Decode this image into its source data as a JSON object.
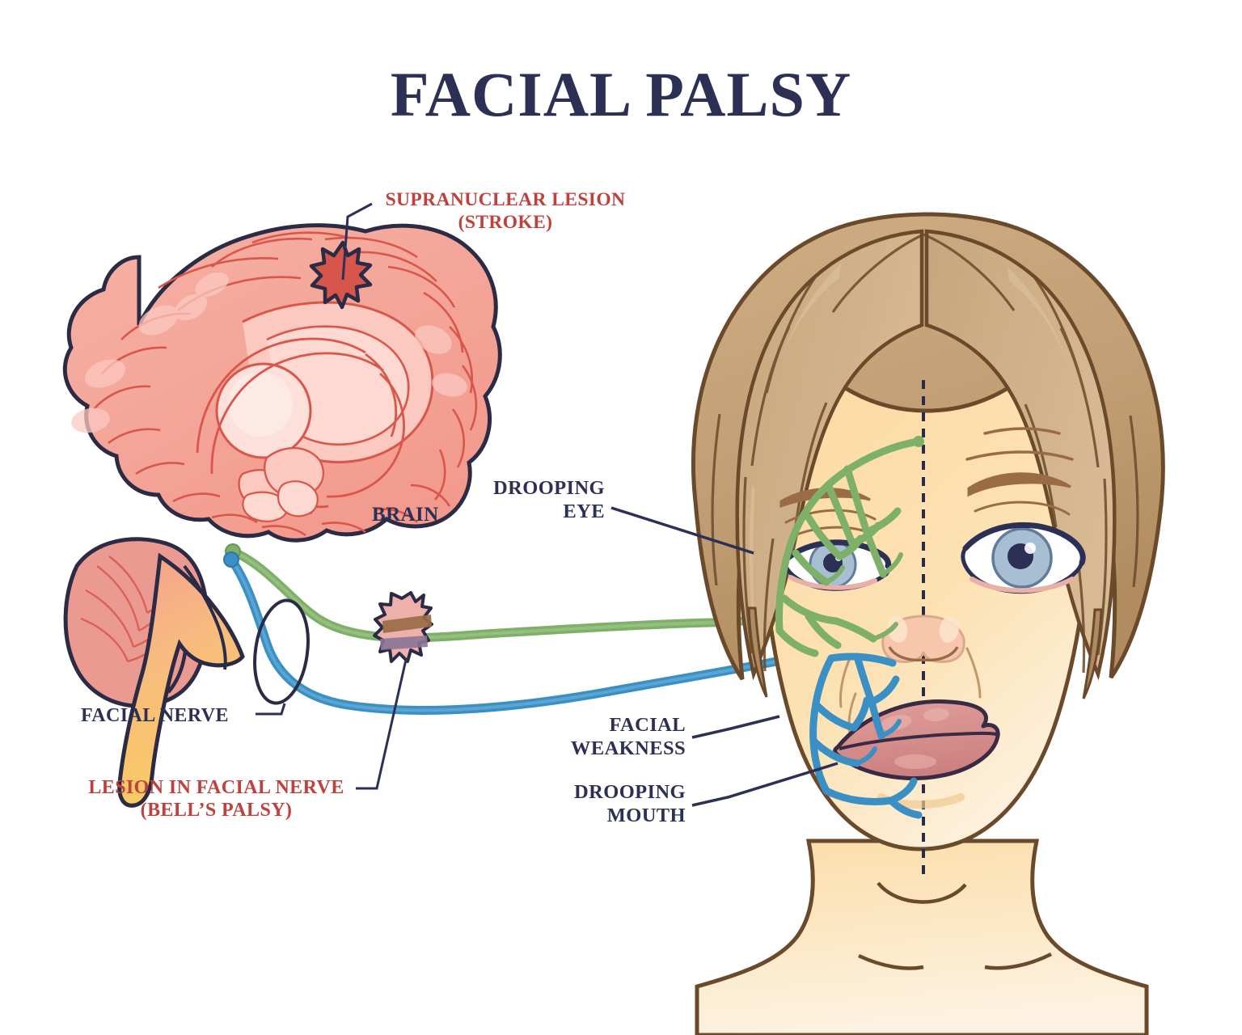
{
  "title": "FACIAL PALSY",
  "labels": {
    "supranuclear_lesion": "SUPRANUCLEAR LESION\n(STROKE)",
    "brain": "BRAIN",
    "facial_nerve": "FACIAL NERVE",
    "lesion_in_facial_nerve": "LESION IN FACIAL NERVE\n(BELL’S PALSY)",
    "drooping_eye": "DROOPING\nEYE",
    "facial_weakness": "FACIAL\nWEAKNESS",
    "drooping_mouth": "DROOPING\nMOUTH"
  },
  "colors": {
    "title_navy": "#2c3055",
    "label_navy": "#2c3055",
    "label_red": "#c0413b",
    "brain_fill": "#f4a69a",
    "brain_fill_light": "#fbc9c0",
    "brain_line": "#d9564b",
    "brain_outline": "#2b2b45",
    "cerebellum": "#ea9a91",
    "brainstem_top": "#f3a08f",
    "brainstem_bottom": "#f9cb63",
    "stroke_lesion": "#d6564c",
    "nerve_green": "#7fb069",
    "nerve_blue": "#3a8fc4",
    "lesion_pink": "#edb0ab",
    "lesion_band_brown": "#9a6c46",
    "lesion_band_purple": "#8a7596",
    "skin": "#fbd9a0",
    "skin_light": "#fdeccd",
    "skin_outline": "#6b4a2b",
    "hair": "#c6a67c",
    "hair_dark": "#ae8b61",
    "hair_light": "#d8bb95",
    "hair_outline": "#6b4a2b",
    "eye_white": "#ffffff",
    "iris": "#a8bed2",
    "iris_dark": "#5f7d9a",
    "pupil": "#2c3055",
    "lip": "#d98e8d",
    "lip_dark": "#c87f7f",
    "lip_outline": "#3a2b45",
    "background": "#ffffff"
  },
  "diagram": {
    "type": "medical-anatomy-illustration",
    "subject": "Facial palsy: brain sagittal section with supranuclear stroke lesion, facial nerve pathway with Bell's palsy lesion, and female face showing unilateral drooping eye, facial weakness and drooping mouth",
    "nerve_paths": [
      "green upper facial nerve branch",
      "blue lower facial nerve branch"
    ],
    "midline": "vertical dashed line dividing face"
  }
}
